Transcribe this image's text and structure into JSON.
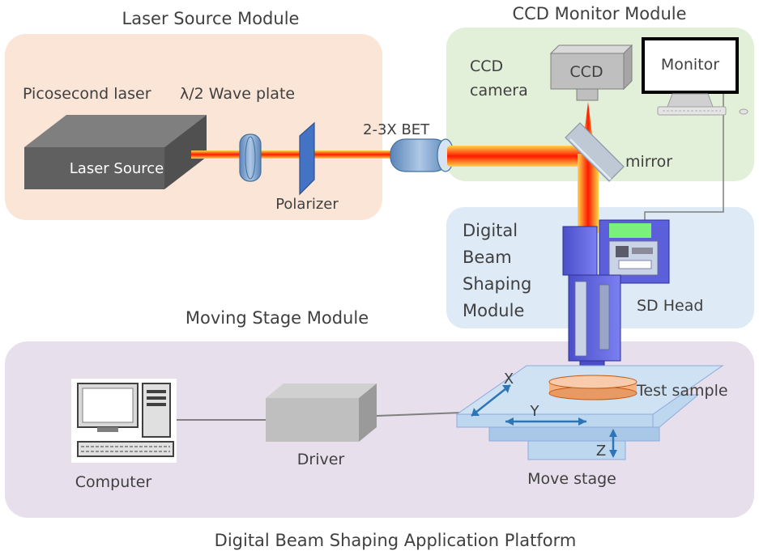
{
  "modules": {
    "laser_source": {
      "title": "Laser Source Module",
      "color": "#fbe5d6"
    },
    "ccd_monitor": {
      "title": "CCD Monitor Module",
      "color": "#e2efd9"
    },
    "beam_shaping": {
      "title_lines": [
        "Digital",
        "Beam",
        "Shaping",
        "Module"
      ],
      "color": "#deebf7"
    },
    "moving_stage": {
      "title": "Moving Stage Module",
      "color": "#e7e0ec"
    }
  },
  "components": {
    "picosecond_laser": "Picosecond laser",
    "wave_plate": "λ/2 Wave plate",
    "laser_source": "Laser Source",
    "polarizer": "Polarizer",
    "bet": "2-3X BET",
    "ccd_box": "CCD",
    "ccd_camera_lines": [
      "CCD",
      "camera"
    ],
    "monitor": "Monitor",
    "mirror": "mirror",
    "sd_head": "SD Head",
    "test_sample": "Test sample",
    "computer": "Computer",
    "driver": "Driver",
    "move_stage": "Move stage",
    "axis_x": "X",
    "axis_y": "Y",
    "axis_z": "Z"
  },
  "footer": {
    "title": "Digital Beam Shaping Application Platform"
  },
  "colors": {
    "beam": "#ff0000",
    "beam_glow": "#ffd700",
    "stage": "#bdd7ee",
    "axis_arrow": "#2e75b6"
  }
}
